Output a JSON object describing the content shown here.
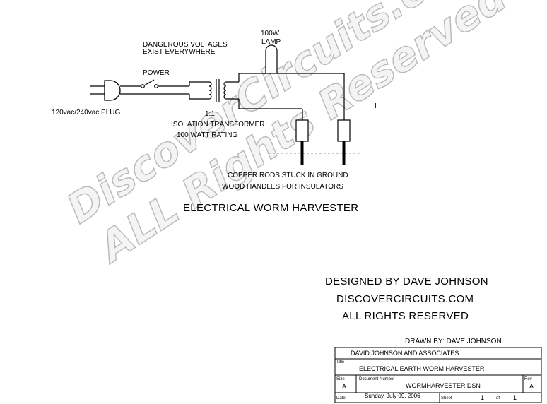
{
  "watermark": {
    "line1": "DiscoverCircuits.com",
    "line2": "ALL Rights Reserved"
  },
  "schematic": {
    "warning_line1": "DANGEROUS VOLTAGES",
    "warning_line2": "EXIST EVERYWHERE",
    "lamp_line1": "100W",
    "lamp_line2": "LAMP",
    "power_label": "POWER",
    "plug_label": "120vac/240vac PLUG",
    "ratio_label": "1:1",
    "transformer_label": "ISOLATION TRANSFORMER",
    "rating_label": "100 WATT RATING",
    "rods_label": "COPPER RODS STUCK IN GROUND",
    "handles_label": "WOOD HANDLES FOR INSULATORS",
    "marker": "I"
  },
  "title": "ELECTRICAL WORM HARVESTER",
  "credits": {
    "designed_by": "DESIGNED BY DAVE JOHNSON",
    "website": "DISCOVERCIRCUITS.COM",
    "rights": "ALL RIGHTS RESERVED",
    "drawn_by": "DRAWN BY:  DAVE JOHNSON"
  },
  "title_block": {
    "company": "DAVID JOHNSON AND ASSOCIATES",
    "title_caption": "Title",
    "title_value": "ELECTRICAL EARTH WORM  HARVESTER",
    "size_caption": "Size",
    "size_value": "A",
    "doc_caption": "Document Number",
    "doc_value": "WORMHARVESTER.DSN",
    "rev_caption": "Rev",
    "rev_value": "A",
    "date_caption": "Date:",
    "date_value": "Sunday, July 09, 2006",
    "sheet_caption": "Sheet",
    "sheet_value": "1",
    "of_caption": "of",
    "of_value": "1"
  }
}
